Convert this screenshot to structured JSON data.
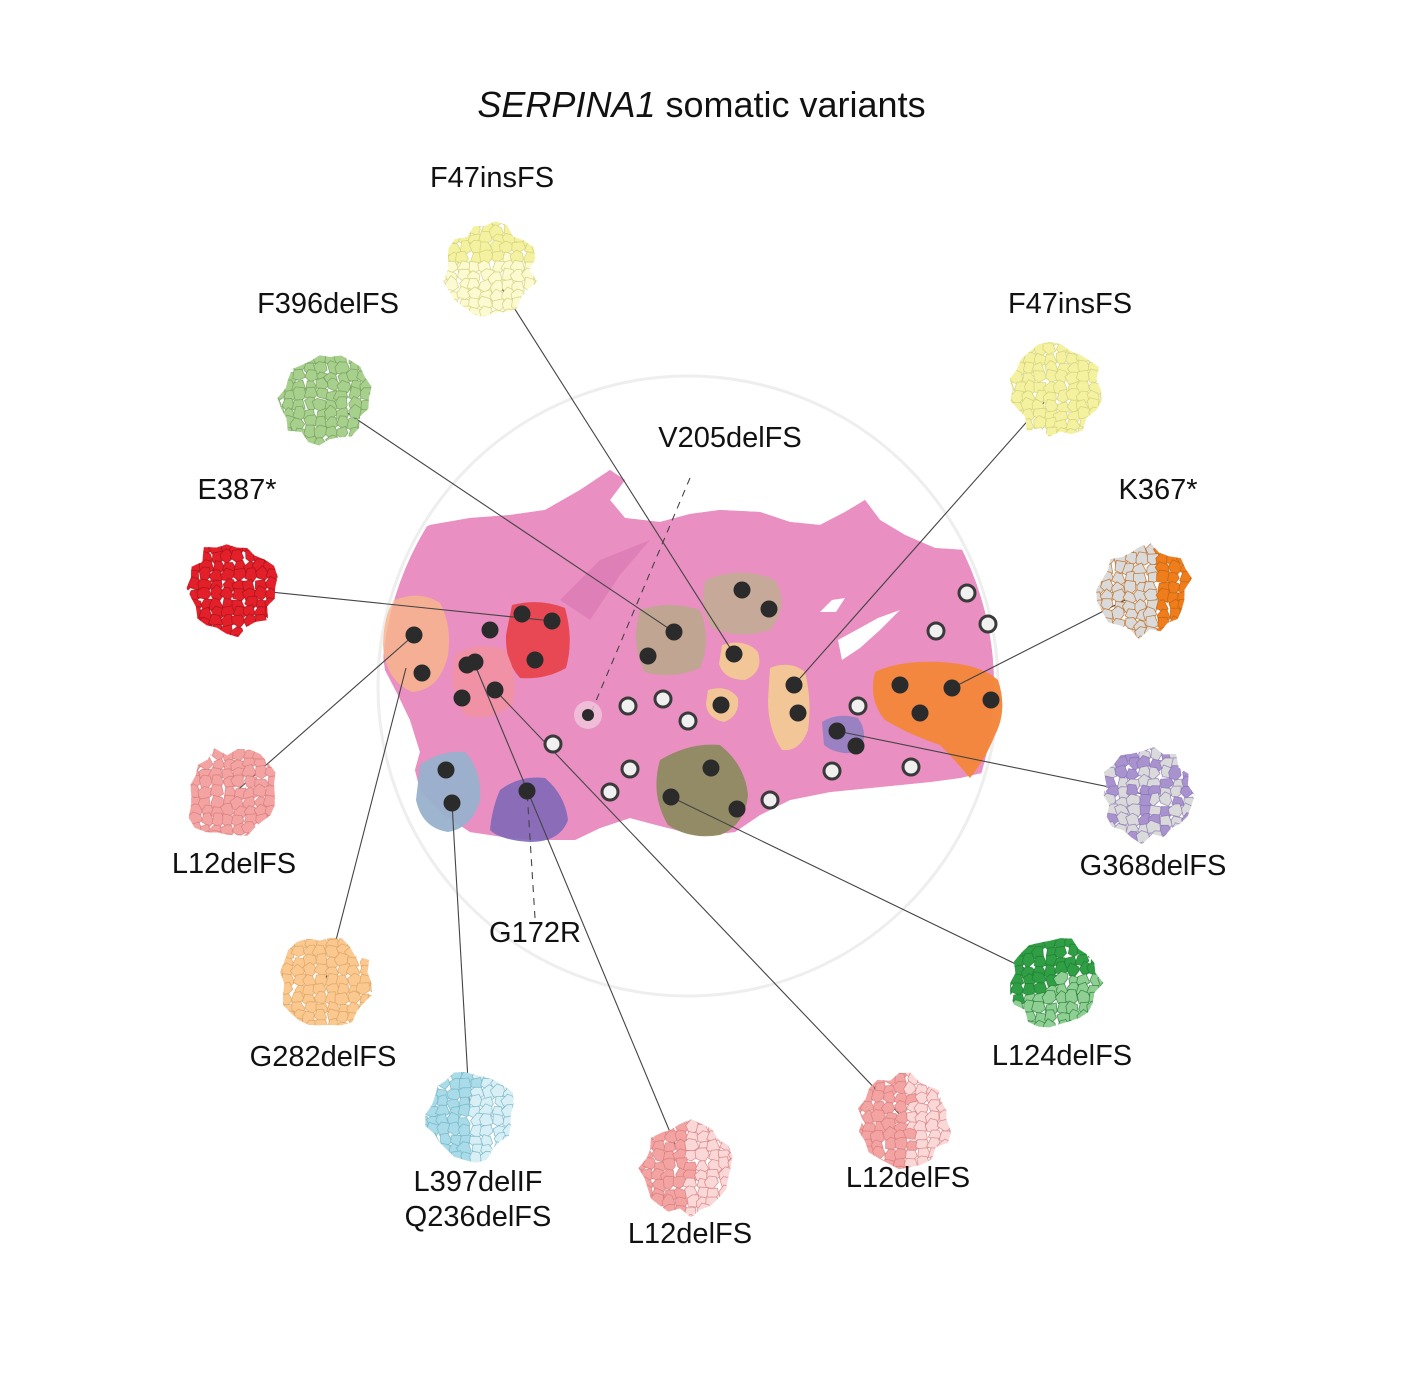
{
  "title": {
    "gene": "SERPINA1",
    "rest": " somatic variants"
  },
  "clones": [
    {
      "id": "f47ins-top",
      "label": "F47insFS",
      "colors": [
        "#f4f2a0",
        "#fbfad0"
      ],
      "border": "#cfcc70",
      "pattern": "split-top"
    },
    {
      "id": "f396del",
      "label": "F396delFS",
      "colors": [
        "#a8d08d"
      ],
      "border": "#6f9a58",
      "pattern": "solid"
    },
    {
      "id": "f47ins-right",
      "label": "F47insFS",
      "colors": [
        "#f4f2a0"
      ],
      "border": "#cfcc70",
      "pattern": "solid"
    },
    {
      "id": "e387",
      "label": "E387*",
      "colors": [
        "#e3202a"
      ],
      "border": "#9e1219",
      "pattern": "solid"
    },
    {
      "id": "k367",
      "label": "K367*",
      "colors": [
        "#dadada",
        "#f07d1b"
      ],
      "border": "#b86010",
      "pattern": "split-right"
    },
    {
      "id": "l12-left",
      "label": "L12delFS",
      "colors": [
        "#f4a3a3"
      ],
      "border": "#d37878",
      "pattern": "solid"
    },
    {
      "id": "g368",
      "label": "G368delFS",
      "colors": [
        "#dadada",
        "#a993cf"
      ],
      "border": "#8470b0",
      "pattern": "patchy"
    },
    {
      "id": "g282",
      "label": "G282delFS",
      "colors": [
        "#fbc88f"
      ],
      "border": "#d9a060",
      "pattern": "solid"
    },
    {
      "id": "l124",
      "label": "L124delFS",
      "colors": [
        "#2f9e44",
        "#8fcf93"
      ],
      "border": "#1f7a32",
      "pattern": "split-lower"
    },
    {
      "id": "l397",
      "label": "L397delIF\nQ236delFS",
      "colors": [
        "#a9dbe8",
        "#d8eff5"
      ],
      "border": "#6fb0c3",
      "pattern": "split-right"
    },
    {
      "id": "l12-bottom",
      "label": "L12delFS",
      "colors": [
        "#f4a3a3",
        "#fbd8d8"
      ],
      "border": "#d37878",
      "pattern": "split-right"
    },
    {
      "id": "l12-lowright",
      "label": "L12delFS",
      "colors": [
        "#f4a3a3",
        "#fbd8d8"
      ],
      "border": "#d37878",
      "pattern": "split-right"
    }
  ],
  "unlinked_variants": [
    {
      "id": "v205",
      "label": "V205delFS"
    },
    {
      "id": "g172",
      "label": "G172R"
    }
  ],
  "tissue_colors": {
    "tissue": "#e98fc1",
    "tissue_dark": "#d874b0"
  }
}
